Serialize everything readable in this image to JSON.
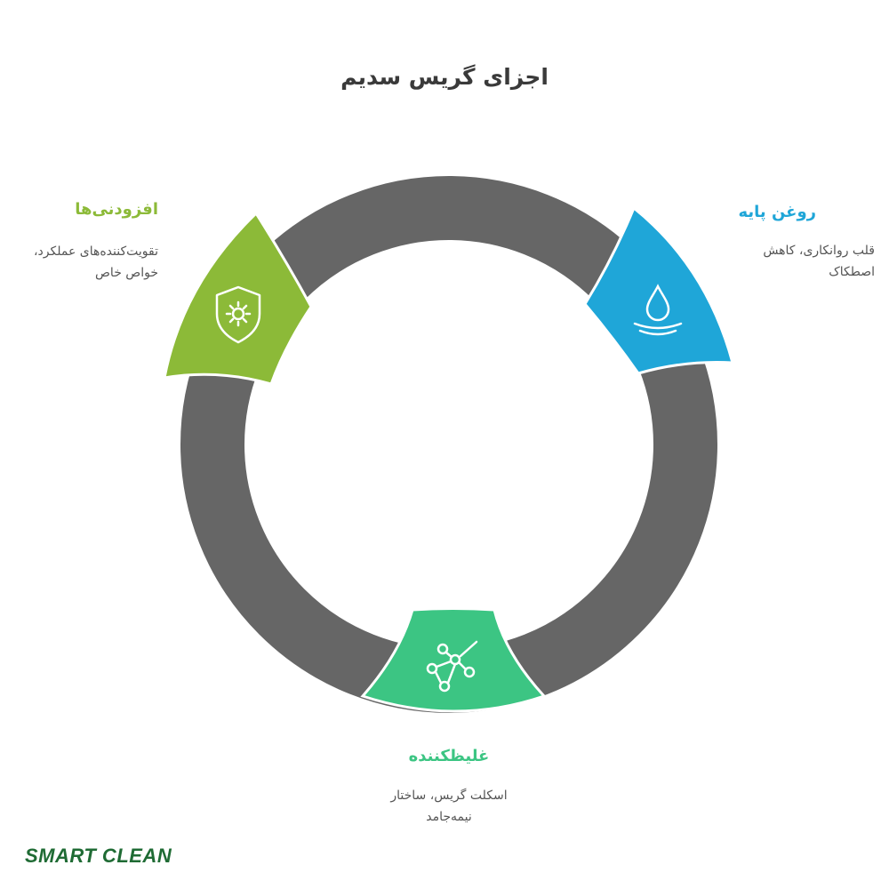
{
  "title": "اجزای گریس سدیم",
  "components": [
    {
      "title": "روغن پایه",
      "description": "قلب روانکاری، کاهش اصطکاک",
      "color": "#1fa6d8",
      "icon": "water-drop-icon"
    },
    {
      "title": "غلیظکننده",
      "description": "اسکلت گریس، ساختار نیمه‌جامد",
      "color": "#3cc583",
      "icon": "molecule-structure-icon"
    },
    {
      "title": "افزودنی‌ها",
      "description": "تقویت‌کننده‌های عملکرد، خواص خاص",
      "color": "#8cba38",
      "icon": "shield-gear-icon"
    }
  ],
  "ring_color": "#666666",
  "logo": "SMART CLEAN"
}
